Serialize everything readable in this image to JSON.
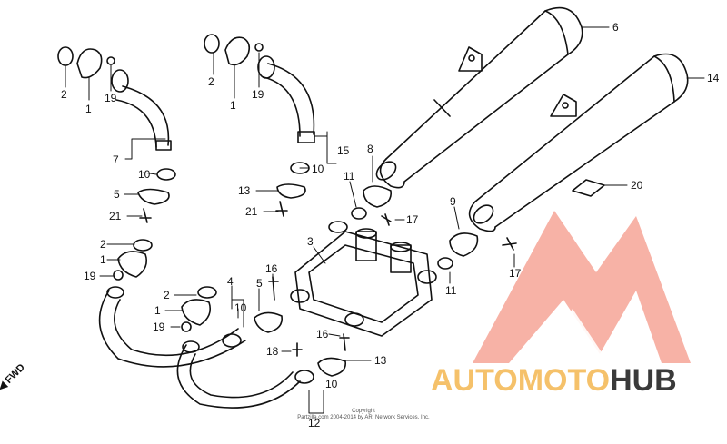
{
  "diagram": {
    "labels": {
      "l1a": "1",
      "l2a": "2",
      "l19a": "19",
      "l1b": "1",
      "l2b": "2",
      "l19b": "19",
      "l6": "6",
      "l14": "14",
      "l7": "7",
      "l15": "15",
      "l10a": "10",
      "l10b": "10",
      "l8": "8",
      "l5a": "5",
      "l13a": "13",
      "l21a": "21",
      "l21b": "21",
      "l11a": "11",
      "l17a": "17",
      "l9": "9",
      "l20": "20",
      "l3": "3",
      "l2c": "2",
      "l1c": "1",
      "l19c": "19",
      "l4": "4",
      "l16a": "16",
      "l11b": "11",
      "l17b": "17",
      "l2d": "2",
      "l1d": "1",
      "l19d": "19",
      "l10c": "10",
      "l5b": "5",
      "l18": "18",
      "l16b": "16",
      "l13b": "13",
      "l10d": "10",
      "l12": "12"
    },
    "copyright_line1": "Copyright",
    "copyright_line2": "Partzilla.com 2004-2014 by ARI Network Services, Inc.",
    "fwd_label": "FWD"
  },
  "watermark": {
    "brand_part1": "AUTOMOTO",
    "brand_part2": "HUB",
    "colors": {
      "accent": "#f08a7c",
      "gold": "#f5c16a",
      "dark": "#3a3a3a"
    }
  }
}
